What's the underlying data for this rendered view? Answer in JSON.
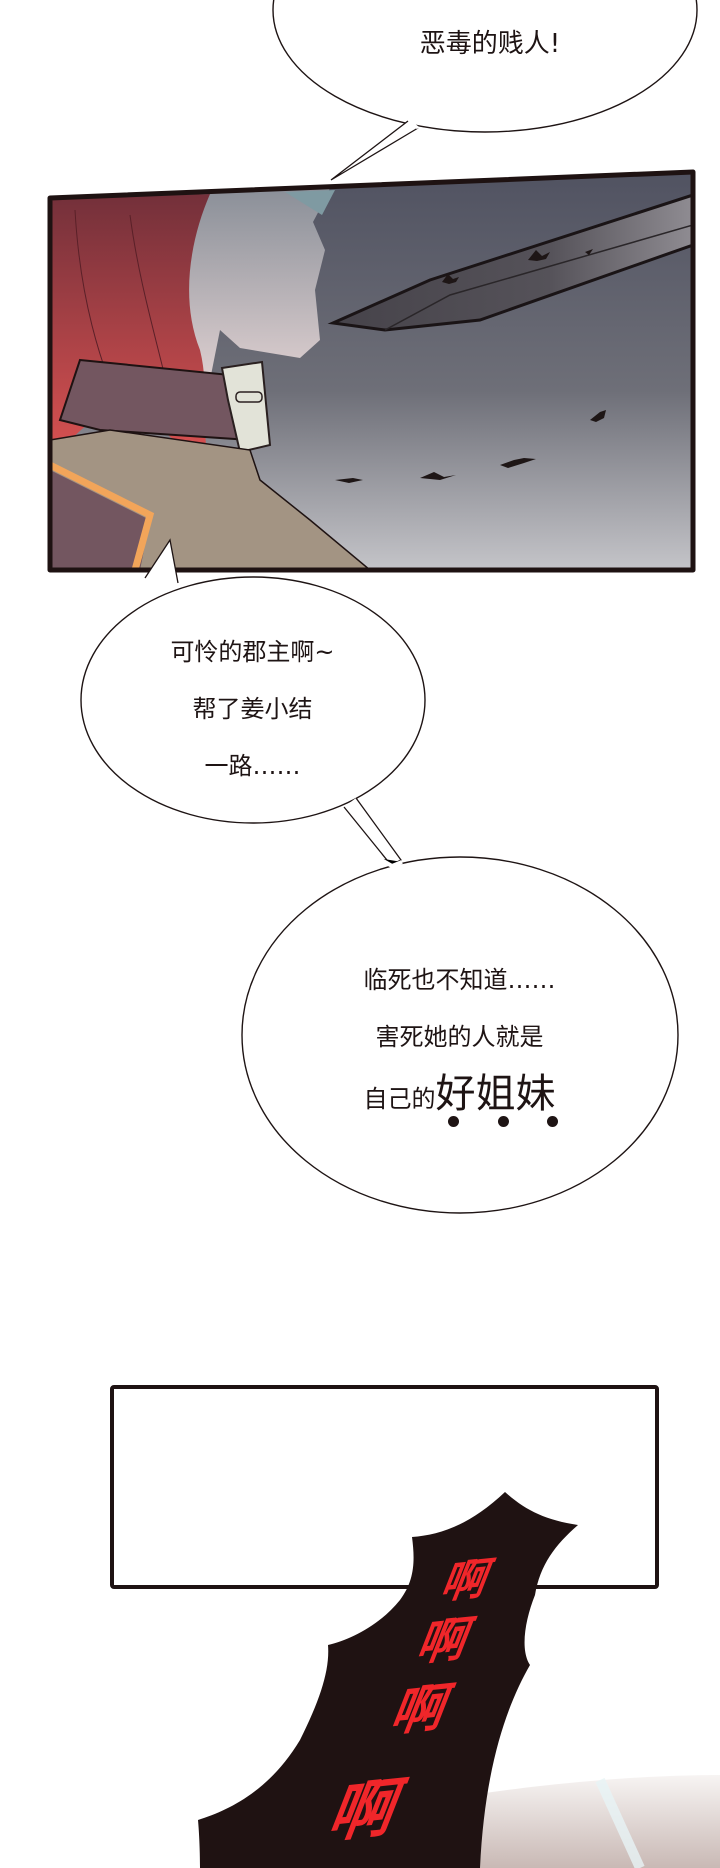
{
  "page": {
    "type": "comic-strip",
    "background": "#ffffff"
  },
  "bubbles": [
    {
      "id": "bubble-1",
      "lines": [
        "恶毒的贱人!"
      ],
      "note": "top line cut off at image edge"
    },
    {
      "id": "bubble-2",
      "lines": [
        "可怜的郡主啊~",
        "帮了姜小结",
        "一路……"
      ]
    },
    {
      "id": "bubble-3",
      "lines": [
        "临死也不知道……",
        "害死她的人就是"
      ],
      "last_line_prefix": "自己的",
      "last_line_emphasis": "好姐妹",
      "emphasis_dots": 3
    }
  ],
  "sound_effect": {
    "text": [
      "啊",
      "啊",
      "啊",
      "啊"
    ],
    "color": "#f0262a",
    "backdrop_color": "#1f1212"
  },
  "panels": [
    {
      "id": "panel-1",
      "description": "red-haired figure in profile holding a blade, bats in grey dusk sky"
    },
    {
      "id": "panel-2",
      "description": "empty white panel with black border"
    },
    {
      "id": "panel-3",
      "description": "black jagged scream burst with red text"
    }
  ],
  "colors": {
    "panel_border": "#1e1212",
    "sky_top": "#555763",
    "sky_bottom": "#c6c6ca",
    "hair_dark": "#7a2f36",
    "hair_light": "#d84f50",
    "collar": "#735660",
    "buckle": "#e2e3d8",
    "coat": "#a39483",
    "trim": "#f2a55a",
    "blade": "#4a474c"
  }
}
